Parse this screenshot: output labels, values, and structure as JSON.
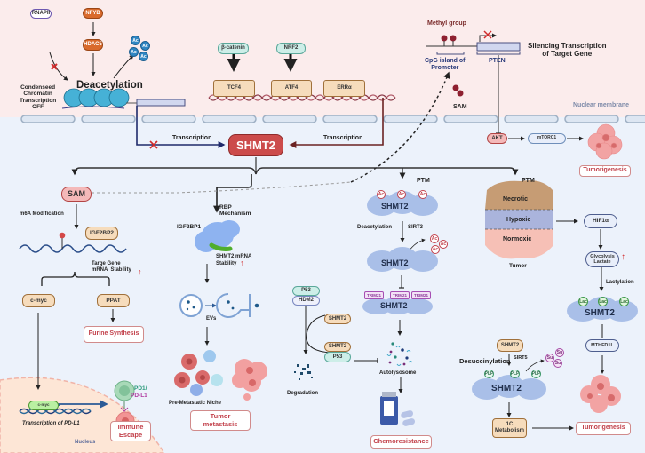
{
  "title_center": "SHMT2",
  "regions": {
    "nucleus_top_label": "Nuclear membrane",
    "nucleus_bottom_label": "Nucleus"
  },
  "colors": {
    "nucleus_bg": "#fbecec",
    "cytoplasm_bg": "#ecf2fb",
    "shmt2_main": "#cc4b4b",
    "outcome_text": "#c2414b",
    "orange_box": "#d96a2c",
    "tan_box": "#f6dcbc",
    "teal_box": "#cdeee8"
  },
  "top_left": {
    "rnapii": "RNAPII",
    "nfyb": "NFYB",
    "hdac5": "HDAC5",
    "ac": "Ac",
    "deacetylation": "Deacetylation",
    "condensed": "Condenseed\nChromatin\nTranscription\nOFF",
    "transcription": "Transcription"
  },
  "top_middle": {
    "beta_catenin": "β-catenin",
    "nrf2": "NRF2",
    "tcf4": "TCF4",
    "atf4": "ATF4",
    "erra": "ERRα",
    "transcription": "Transcription"
  },
  "top_right": {
    "methyl_group": "Methyl group",
    "cpg": "CpG island of\nPromoter",
    "pten": "PTEN",
    "silencing": "Silencing Transcription\nof Target Gene",
    "sam": "SAM",
    "akt": "AKT",
    "mtorc1": "mTORC1",
    "tumorigenesis": "Tumorigenesis"
  },
  "sam_branch": {
    "sam": "SAM",
    "m6a": "m6A Modification",
    "igf2bp2": "IGF2BP2",
    "target_gene": "Targe Gene\nmRNA  Stability",
    "cmyc": "c-myc",
    "ppat": "PPAT",
    "purine": "Purine Synthesis",
    "cmyc_nuc": "c-myc",
    "pdl1_transcription": "Transcription of PD-L1",
    "pd1": "PD1/",
    "pdl1": "PD-L1",
    "immune_escape": "Immune\nEscape"
  },
  "rbp_branch": {
    "rbp": "RBP\nMechanism",
    "igf2bp1": "IGF2BP1",
    "shmt2_mrna": "SHMT2  mRNA",
    "stability": "Stability",
    "evs": "EVs",
    "niche": "Pre-Metastatic Niche",
    "metastasis": "Tumor\nmetastasis"
  },
  "p53_branch": {
    "p53": "P53",
    "hdm2": "HDM2",
    "shmt2_a": "SHMT2",
    "shmt2_b": "SHMT2",
    "p53_b": "P53",
    "degradation": "Degradation"
  },
  "ptm_branch": {
    "ptm": "PTM",
    "shmt2_1": "SHMT2",
    "deacetylation": "Deacetylation",
    "sirt3": "SIRT3",
    "shmt2_2": "SHMT2",
    "trim21": "TRIM21",
    "shmt2_3": "SHMT2",
    "autolysosome": "Autolysosome",
    "chemoresistance": "Chemoresistance"
  },
  "tumor_branch": {
    "ptm": "PTM",
    "necrotic": "Necrotic",
    "hypoxic": "Hypoxic",
    "normoxic": "Normoxic",
    "tumor": "Tumor",
    "hif1a": "HIF1α",
    "glycolysis": "Glycolysis\nLactate",
    "lactylation": "Lactylation",
    "lac": "Lac",
    "shmt2": "SHMT2",
    "mthfd1l": "MTHFD1L",
    "shmt2_box": "SHMT2",
    "sirt5": "SIRT5",
    "desuccinylation": "Desuccinylation",
    "plp": "PLP",
    "su": "Su",
    "shmt2_2": "SHMT2",
    "one_c": "1C\nMetabolism",
    "tumorigenesis": "Tumorigenesis"
  }
}
